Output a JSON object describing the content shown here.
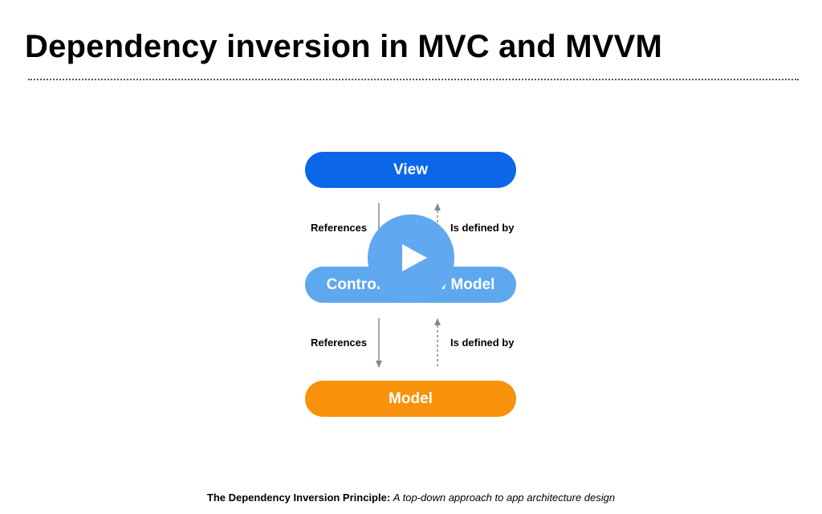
{
  "title": "Dependency inversion in MVC and MVVM",
  "diagram": {
    "nodes": {
      "view": "View",
      "middle": "Controller / View Model",
      "model": "Model"
    },
    "edges": {
      "references_label": "References",
      "defined_by_label": "Is defined by"
    }
  },
  "caption": {
    "bold": "The Dependency Inversion Principle:",
    "italic": "A top-down approach to app architecture design"
  },
  "colors": {
    "view": "#0b66ea",
    "middle": "#5ea8ef",
    "model": "#f7920a",
    "play_overlay": "#60a8ef"
  },
  "icons": {
    "play": "play-icon"
  }
}
